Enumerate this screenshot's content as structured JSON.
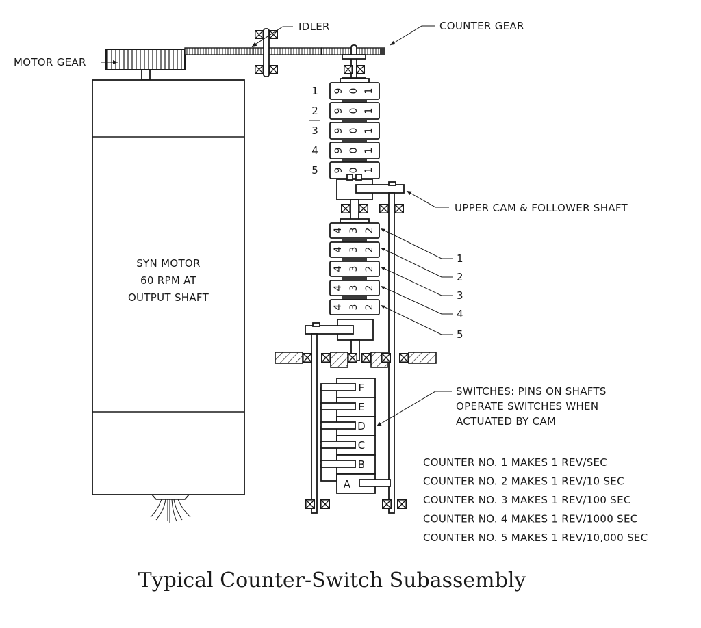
{
  "labels": {
    "motor_gear": "MOTOR GEAR",
    "idler": "IDLER",
    "counter_gear": "COUNTER GEAR",
    "upper_cam": "UPPER CAM & FOLLOWER SHAFT",
    "motor_line1": "SYN MOTOR",
    "motor_line2": "60 RPM AT",
    "motor_line3": "OUTPUT SHAFT",
    "switches_line1": "SWITCHES:  PINS ON SHAFTS",
    "switches_line2": "OPERATE SWITCHES WHEN",
    "switches_line3": "ACTUATED BY CAM"
  },
  "upper_counters": [
    {
      "number": "1",
      "digits": [
        "9",
        "0",
        "1"
      ]
    },
    {
      "number": "2",
      "digits": [
        "9",
        "0",
        "1"
      ]
    },
    {
      "number": "3",
      "digits": [
        "9",
        "0",
        "1"
      ]
    },
    {
      "number": "4",
      "digits": [
        "9",
        "0",
        "1"
      ]
    },
    {
      "number": "5",
      "digits": [
        "9",
        "0",
        "1"
      ]
    }
  ],
  "lower_cams": [
    {
      "number": "1",
      "digits": [
        "4",
        "3",
        "2"
      ]
    },
    {
      "number": "2",
      "digits": [
        "4",
        "3",
        "2"
      ]
    },
    {
      "number": "3",
      "digits": [
        "4",
        "3",
        "2"
      ]
    },
    {
      "number": "4",
      "digits": [
        "4",
        "3",
        "2"
      ]
    },
    {
      "number": "5",
      "digits": [
        "4",
        "3",
        "2"
      ]
    }
  ],
  "switches": [
    "F",
    "E",
    "D",
    "C",
    "B",
    "A"
  ],
  "counter_notes": [
    "COUNTER NO. 1 MAKES 1 REV/SEC",
    "COUNTER NO. 2 MAKES 1 REV/10 SEC",
    "COUNTER NO. 3 MAKES 1 REV/100 SEC",
    "COUNTER NO. 4 MAKES 1 REV/1000 SEC",
    "COUNTER NO. 5 MAKES 1 REV/10,000 SEC"
  ],
  "caption": "Typical Counter-Switch Subassembly"
}
